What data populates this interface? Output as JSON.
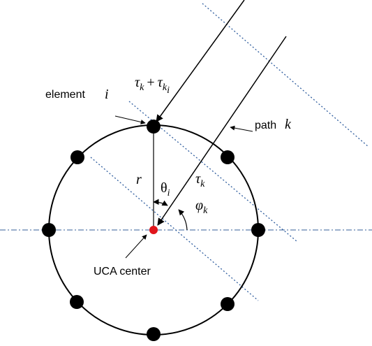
{
  "labels": {
    "element": "element",
    "element_index": "i",
    "path": "path",
    "path_index": "k",
    "radius": "r",
    "theta": "θ",
    "theta_sub": "i",
    "phi": "φ",
    "phi_sub": "k",
    "tau": "τ",
    "tau_sub": "k",
    "tau_delay_tau": "τ",
    "tau_delay_sub": "k",
    "plus": "+",
    "tau_delay_tau2": "τ",
    "tau_delay_sub2": "k",
    "tau_delay_subsub": "i",
    "center": "UCA center"
  },
  "colors": {
    "element": "#000000",
    "center": "#e0151b",
    "dotted_line": "#2f5d9e",
    "axis_line": "#5e7fae"
  },
  "array": {
    "element_count": 8
  }
}
